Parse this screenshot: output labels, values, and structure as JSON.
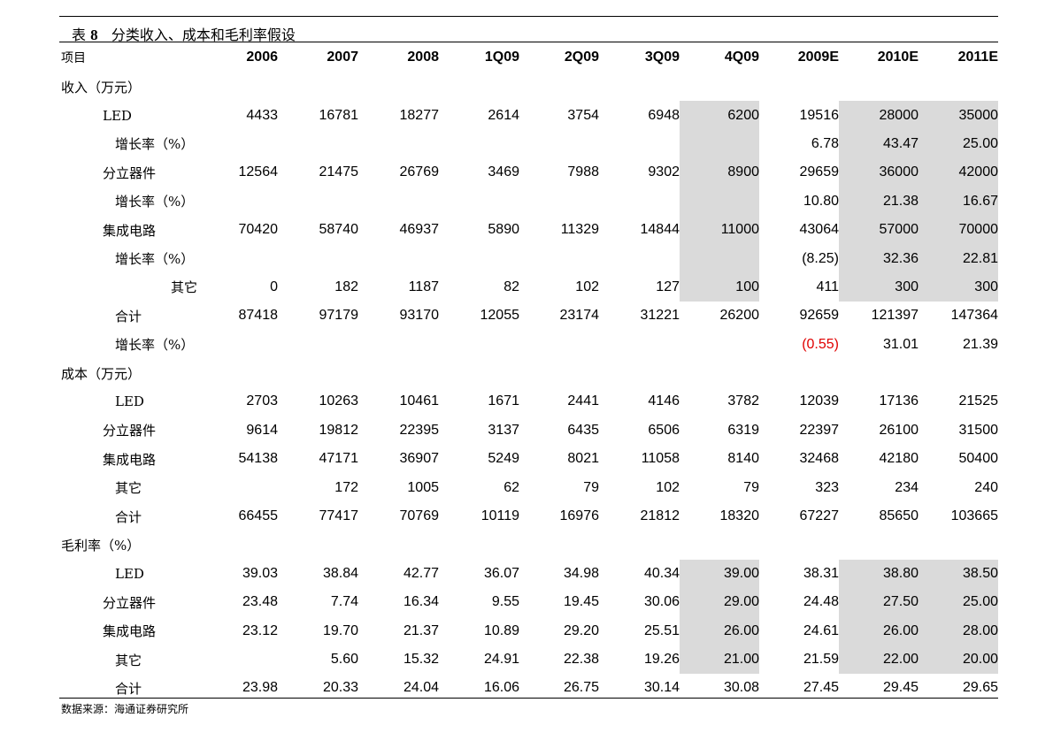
{
  "title": {
    "label": "表",
    "number": "8",
    "text": "分类收入、成本和毛利率假设"
  },
  "headers": [
    "项目",
    "2006",
    "2007",
    "2008",
    "1Q09",
    "2Q09",
    "3Q09",
    "4Q09",
    "2009E",
    "2010E",
    "2011E"
  ],
  "rows": [
    {
      "label": "收入（万元）",
      "cells": [
        "",
        "",
        "",
        "",
        "",
        "",
        "",
        "",
        "",
        ""
      ]
    },
    {
      "label": "LED",
      "cells": [
        "4433",
        "16781",
        "18277",
        "2614",
        "3754",
        "6948",
        "6200",
        "19516",
        "28000",
        "35000"
      ]
    },
    {
      "label": "增长率（%）",
      "cells": [
        "",
        "",
        "",
        "",
        "",
        "",
        "",
        "6.78",
        "43.47",
        "25.00"
      ]
    },
    {
      "label": "分立器件",
      "cells": [
        "12564",
        "21475",
        "26769",
        "3469",
        "7988",
        "9302",
        "8900",
        "29659",
        "36000",
        "42000"
      ]
    },
    {
      "label": "增长率（%）",
      "cells": [
        "",
        "",
        "",
        "",
        "",
        "",
        "",
        "10.80",
        "21.38",
        "16.67"
      ]
    },
    {
      "label": "集成电路",
      "cells": [
        "70420",
        "58740",
        "46937",
        "5890",
        "11329",
        "14844",
        "11000",
        "43064",
        "57000",
        "70000"
      ]
    },
    {
      "label": "增长率（%）",
      "cells": [
        "",
        "",
        "",
        "",
        "",
        "",
        "",
        "(8.25)",
        "32.36",
        "22.81"
      ]
    },
    {
      "label": "其它",
      "cells": [
        "0",
        "182",
        "1187",
        "82",
        "102",
        "127",
        "100",
        "411",
        "300",
        "300"
      ]
    },
    {
      "label": "合计",
      "cells": [
        "87418",
        "97179",
        "93170",
        "12055",
        "23174",
        "31221",
        "26200",
        "92659",
        "121397",
        "147364"
      ]
    },
    {
      "label": "增长率（%）",
      "cells": [
        "",
        "",
        "",
        "",
        "",
        "",
        "",
        "(0.55)",
        "31.01",
        "21.39"
      ]
    },
    {
      "label": "成本（万元）",
      "cells": [
        "",
        "",
        "",
        "",
        "",
        "",
        "",
        "",
        "",
        ""
      ]
    },
    {
      "label": "LED",
      "cells": [
        "2703",
        "10263",
        "10461",
        "1671",
        "2441",
        "4146",
        "3782",
        "12039",
        "17136",
        "21525"
      ]
    },
    {
      "label": "分立器件",
      "cells": [
        "9614",
        "19812",
        "22395",
        "3137",
        "6435",
        "6506",
        "6319",
        "22397",
        "26100",
        "31500"
      ]
    },
    {
      "label": "集成电路",
      "cells": [
        "54138",
        "47171",
        "36907",
        "5249",
        "8021",
        "11058",
        "8140",
        "32468",
        "42180",
        "50400"
      ]
    },
    {
      "label": "其它",
      "cells": [
        "",
        "172",
        "1005",
        "62",
        "79",
        "102",
        "79",
        "323",
        "234",
        "240"
      ]
    },
    {
      "label": "合计",
      "cells": [
        "66455",
        "77417",
        "70769",
        "10119",
        "16976",
        "21812",
        "18320",
        "67227",
        "85650",
        "103665"
      ]
    },
    {
      "label": "毛利率（%）",
      "cells": [
        "",
        "",
        "",
        "",
        "",
        "",
        "",
        "",
        "",
        ""
      ]
    },
    {
      "label": "LED",
      "cells": [
        "39.03",
        "38.84",
        "42.77",
        "36.07",
        "34.98",
        "40.34",
        "39.00",
        "38.31",
        "38.80",
        "38.50"
      ]
    },
    {
      "label": "分立器件",
      "cells": [
        "23.48",
        "7.74",
        "16.34",
        "9.55",
        "19.45",
        "30.06",
        "29.00",
        "24.48",
        "27.50",
        "25.00"
      ]
    },
    {
      "label": "集成电路",
      "cells": [
        "23.12",
        "19.70",
        "21.37",
        "10.89",
        "29.20",
        "25.51",
        "26.00",
        "24.61",
        "26.00",
        "28.00"
      ]
    },
    {
      "label": "其它",
      "cells": [
        "",
        "5.60",
        "15.32",
        "24.91",
        "22.38",
        "19.26",
        "21.00",
        "21.59",
        "22.00",
        "20.00"
      ]
    },
    {
      "label": "合计",
      "cells": [
        "23.98",
        "20.33",
        "24.04",
        "16.06",
        "26.75",
        "30.14",
        "30.08",
        "27.45",
        "29.45",
        "29.65"
      ]
    }
  ],
  "source": "数据来源：海通证券研究所",
  "colors": {
    "shade": "#dadada",
    "negative": "#e00000"
  }
}
